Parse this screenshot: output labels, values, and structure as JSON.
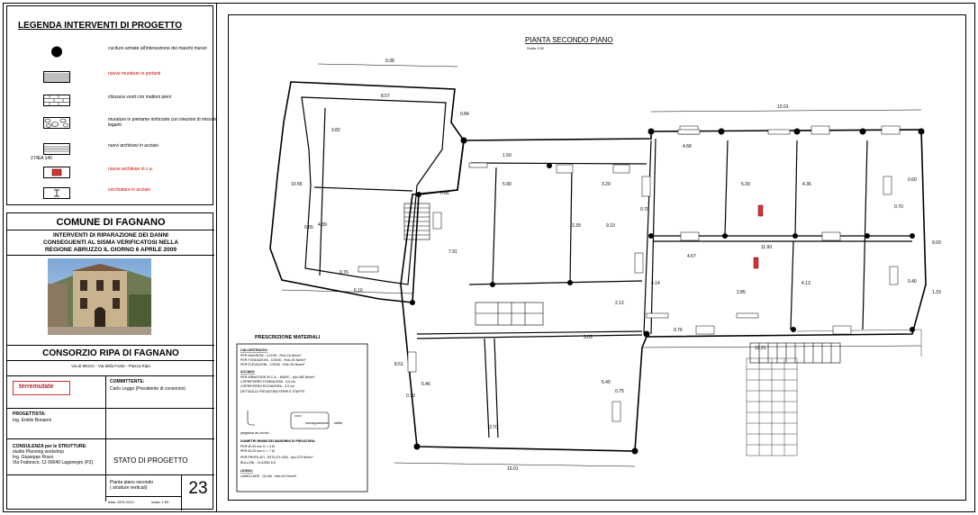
{
  "legend": {
    "title": "LEGENDA INTERVENTI DI PROGETTO",
    "items": [
      {
        "text": "cuciture armate all'intersezione dei maschi murari",
        "red": false
      },
      {
        "text": "nuove murature in portanti",
        "red": true
      },
      {
        "text": "chiusura vuoti con mattoni pieni",
        "red": false
      },
      {
        "text": "murature in pietrame rinforzate con iniezioni di miscele leganti",
        "red": false
      },
      {
        "text": "nuovi architravi in acciaio",
        "red": false
      },
      {
        "text": "nuove architravi in c.a.",
        "red": true
      },
      {
        "text": "cerchiature in acciaio",
        "red": true
      }
    ],
    "heb_label": "2 HEA 140"
  },
  "title_block": {
    "municipality": "COMUNE DI FAGNANO",
    "project_lines": [
      "INTERVENTI DI RIPARAZIONE DEI DANNI",
      "CONSEGUENTI AL SISMA VERIFICATOSI NELLA",
      "REGIONE ABRUZZO IL GIORNO 6 APRILE 2009"
    ],
    "consortium": "CONSORZIO  RIPA DI FAGNANO",
    "address": "Via di Mezzo - Via della Fonte - Piazza Ripa",
    "logo_name": "terremutate",
    "client_label": "COMMITTENTE:",
    "client_value": "Carlo Leggo  (Presidente di consorzio)",
    "designer_label": "PROGETTISTA:",
    "designer_value": "Ing. Emilio Bonanni",
    "structures_label": "CONSULENZA per le STRUTTURE:",
    "structures_lines": [
      "studio Planning workshop",
      "Ing. Giuseppe Rossi",
      "Via Frabosco, 12 00040 Lagonegro  (PZ)"
    ],
    "state": "STATO DI PROGETTO",
    "sheet_number": "23",
    "sheet_title_lines": [
      "Pianta piano secondo",
      "( strutture verticali)"
    ],
    "date_label": "data: GEN  2010",
    "scale_label": "scala: 1:50"
  },
  "plan": {
    "title": "PIANTA SECONDO PIANO",
    "scale": "Scala 1:50",
    "dimensions": [
      "9.38",
      "8.57",
      "13.01",
      "4.68",
      "4.36",
      "5.39",
      "0.84",
      "0.86",
      "1.50",
      "5.90",
      "3.29",
      "2.39",
      "9.10",
      "0.70",
      "0.70",
      "11.60",
      "4.67",
      "4.14",
      "4.13",
      "2.85",
      "2.12",
      "3.03",
      "12.21",
      "5.40",
      "5.46",
      "3.70",
      "10.01",
      "6.16",
      "7.91",
      "8.51",
      "0.70",
      "0.75",
      "0.76",
      "9.93",
      "0.60",
      "0.40",
      "1.33",
      "10.55",
      "3.82",
      "4.39",
      "0.65",
      "0.76"
    ]
  },
  "materials": {
    "title": "PRESCRIZIONE MATERIALI",
    "sections": [
      {
        "heading": "CALCESTRUZZO:",
        "lines": [
          "PER MAGRONI  -  C12/15 - Rck=15 N/mm²",
          "PER FONDAZIONI  -  C25/30 - Rck=30 N/mm²",
          "PER ELEVAZIONI  -  C25/30 - Rck=30 N/mm²"
        ]
      },
      {
        "heading": "ACCIAIO:",
        "lines": [
          "PER ARMATURE IN C.A.  -  B450C - fyk=450 N/mm²",
          "COPRIFERRO FONDAZIONI  -  5,0 cm",
          "COPRIFERRO ELEVAZIONI  -  3,0 cm",
          "DETTAGLIO PIEGATURA FERRI E STAFFE:"
        ]
      },
      {
        "heading": "DIAMETRI MINIMI DEI MANDRINI DI PIEGATURA:",
        "lines": [
          "PER Ø<20 mm   D = 4 Ø",
          "PER Ø>20 mm   D = 7 Ø",
          "PER PROFILATI  -  S275 (Fe 430) - fyk=275 N/mm²",
          "BULLONI  -  CLASSE 8.8"
        ]
      },
      {
        "heading": "LEGNO:",
        "lines": [
          "LAMELLARE  -  GL24h - fmk=24 N/mm²"
        ]
      }
    ],
    "label_a": "piegatura ad uncino",
    "label_b": "sovrapposizione",
    "label_c": "staffa"
  }
}
